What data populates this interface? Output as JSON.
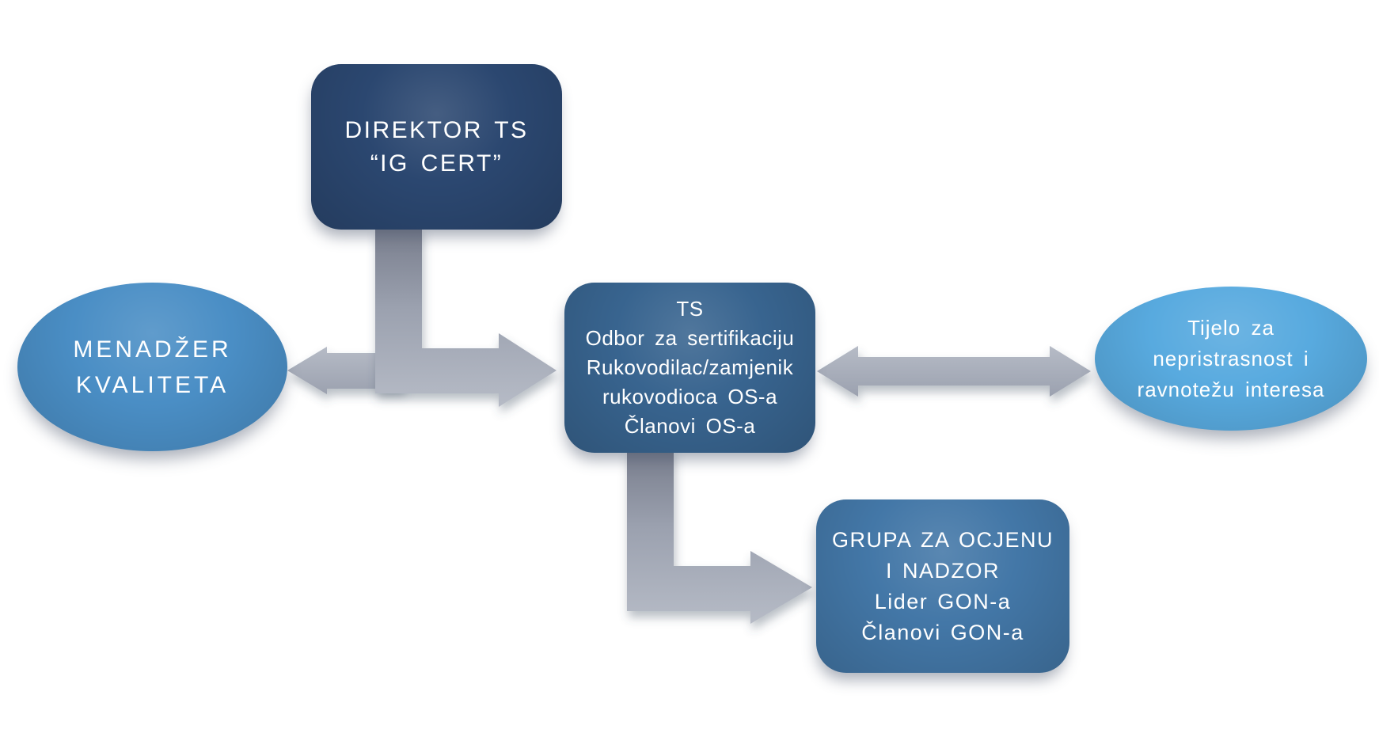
{
  "diagram": {
    "nodes": {
      "direktor": {
        "lines": [
          "DIREKTOR TS",
          "“IG CERT”"
        ]
      },
      "menadzer": {
        "lines": [
          "MENADŽER",
          "KVALITETA"
        ]
      },
      "ts": {
        "lines": [
          "TS",
          "Odbor za sertifikaciju",
          "Rukovodilac/zamjenik",
          "rukovodioca OS-a",
          "Članovi OS-a"
        ]
      },
      "tijelo": {
        "lines": [
          "Tijelo za",
          "nepristrasnost i",
          "ravnotežu interesa"
        ]
      },
      "gon": {
        "lines": [
          "GRUPA ZA OCJENU",
          "I NADZOR",
          "Lider GON-a",
          "Članovi GON-a"
        ]
      }
    },
    "colors": {
      "direktor_fill": "#2b4770",
      "ts_fill": "#38648f",
      "gon_fill": "#4377a7",
      "menadzer_fill": "#4a8ec5",
      "tijelo_fill": "#58aadf",
      "arrow_dark": "#787d8c",
      "arrow_mid": "#9ba1af",
      "arrow_light": "#b6bbc6",
      "text_color": "#ffffff",
      "background": "#ffffff"
    }
  }
}
